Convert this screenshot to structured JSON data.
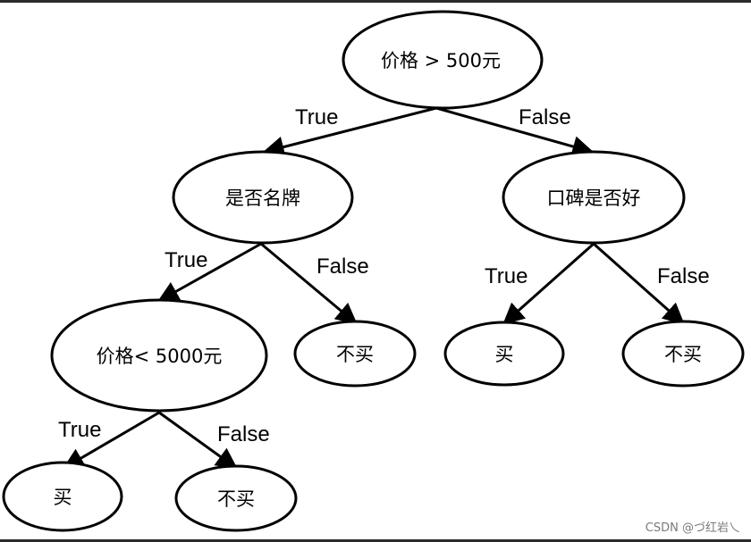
{
  "nodes": {
    "root": "价格 > 500元",
    "brand": "是否名牌",
    "reputation": "口碑是否好",
    "price_lt": "价格< 5000元",
    "brand_false_leaf": "不买",
    "rep_true_leaf": "买",
    "rep_false_leaf": "不买",
    "price_true_leaf": "买",
    "price_false_leaf": "不买"
  },
  "edges": {
    "root_true": "True",
    "root_false": "False",
    "brand_true": "True",
    "brand_false": "False",
    "rep_true": "True",
    "rep_false": "False",
    "price_true": "True",
    "price_false": "False"
  },
  "watermark": "CSDN @づ红岩乀"
}
